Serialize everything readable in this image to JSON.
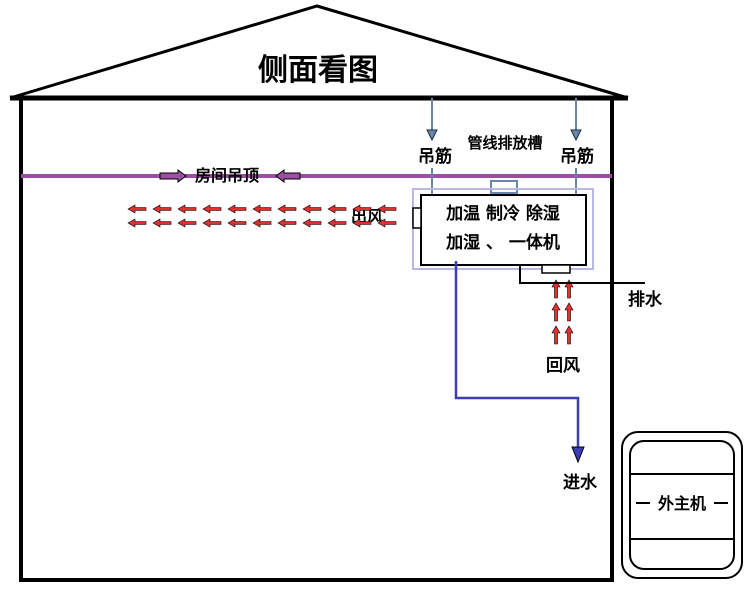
{
  "title": "侧面看图",
  "labels": {
    "hanger_left": "吊筋",
    "hanger_right": "吊筋",
    "duct_slot": "管线排放槽",
    "ceiling": "房间吊顶",
    "air_out": "出风",
    "unit_line1": "加温 制冷 除湿",
    "unit_line2": "加湿 、 一体机",
    "drain": "排水",
    "air_return": "回风",
    "water_in": "进水",
    "outdoor_unit": "外主机"
  },
  "colors": {
    "ceiling_line": "#9b4fa0",
    "hanger": "#6b86ad",
    "water_pipe": "#3c3cb4",
    "airflow_arrow": "#e03030",
    "unit_frame": "#b8b8e6"
  }
}
